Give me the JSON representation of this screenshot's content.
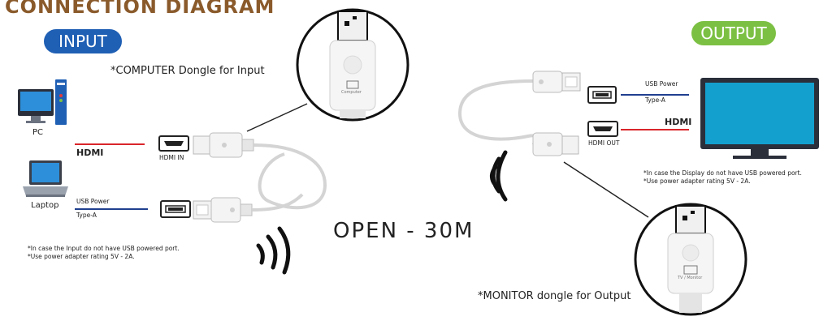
{
  "title": "CONNECTION DIAGRAM",
  "input_badge": "INPUT",
  "output_badge": "OUTPUT",
  "computer_dongle_label": "*COMPUTER Dongle for Input",
  "monitor_dongle_label": "*MONITOR dongle for Output",
  "range_label": "OPEN - 30M",
  "input": {
    "pc_label": "PC",
    "laptop_label": "Laptop",
    "hdmi_label": "HDMI",
    "hdmi_in_label": "HDMI IN",
    "usb_power_label": "USB Power",
    "usb_type_label": "Type-A",
    "note_line1": "*In case the Input do not have USB powered port.",
    "note_line2": "*Use power adapter rating 5V - 2A."
  },
  "output": {
    "usb_power_label": "USB Power",
    "usb_type_label": "Type-A",
    "hdmi_label": "HDMI",
    "hdmi_out_label": "HDMI OUT",
    "note_line1": "*In case the Display do not have USB powered port.",
    "note_line2": "*Use power adapter rating 5V - 2A."
  },
  "zoom_top_label": "Computer",
  "zoom_bottom_label": "TV / Monitor",
  "colors": {
    "title": "#8a5a2b",
    "input_badge": "#1f5fb4",
    "output_badge": "#7cc043",
    "hdmi_line": "#d9252b",
    "usb_line": "#1f3f8f"
  }
}
